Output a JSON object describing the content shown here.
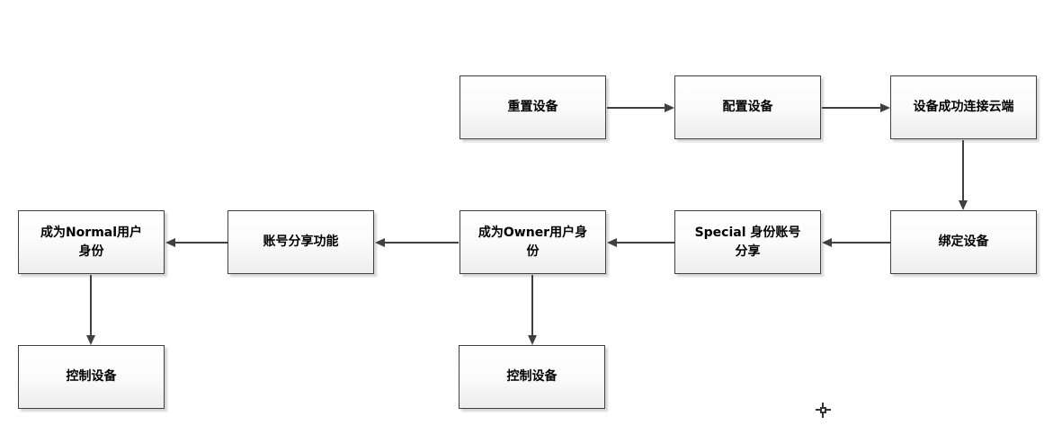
{
  "diagram": {
    "nodes": {
      "reset_device": {
        "label": "重置设备"
      },
      "configure_device": {
        "label": "配置设备"
      },
      "cloud_connected": {
        "label": "设备成功连接云端"
      },
      "bind_device": {
        "label": "绑定设备"
      },
      "special_share": {
        "label": "Special 身份账号分享"
      },
      "become_owner": {
        "label": "成为Owner用户身份"
      },
      "share_feature": {
        "label": "账号分享功能"
      },
      "become_normal": {
        "label": "成为Normal用户身份"
      },
      "control_device_normal": {
        "label": "控制设备"
      },
      "control_device_owner": {
        "label": "控制设备"
      }
    },
    "edges": [
      {
        "from": "reset_device",
        "to": "configure_device",
        "direction": "right"
      },
      {
        "from": "configure_device",
        "to": "cloud_connected",
        "direction": "right"
      },
      {
        "from": "cloud_connected",
        "to": "bind_device",
        "direction": "down"
      },
      {
        "from": "bind_device",
        "to": "special_share",
        "direction": "left"
      },
      {
        "from": "special_share",
        "to": "become_owner",
        "direction": "left"
      },
      {
        "from": "become_owner",
        "to": "share_feature",
        "direction": "left"
      },
      {
        "from": "share_feature",
        "to": "become_normal",
        "direction": "left"
      },
      {
        "from": "become_normal",
        "to": "control_device_normal",
        "direction": "down"
      },
      {
        "from": "become_owner",
        "to": "control_device_owner",
        "direction": "down"
      }
    ],
    "colors": {
      "background": "#ffffff",
      "node_border": "#404040",
      "node_fill_top": "#ffffff",
      "node_fill_bottom": "#ededed",
      "arrow": "#404040",
      "text": "#000000"
    }
  }
}
